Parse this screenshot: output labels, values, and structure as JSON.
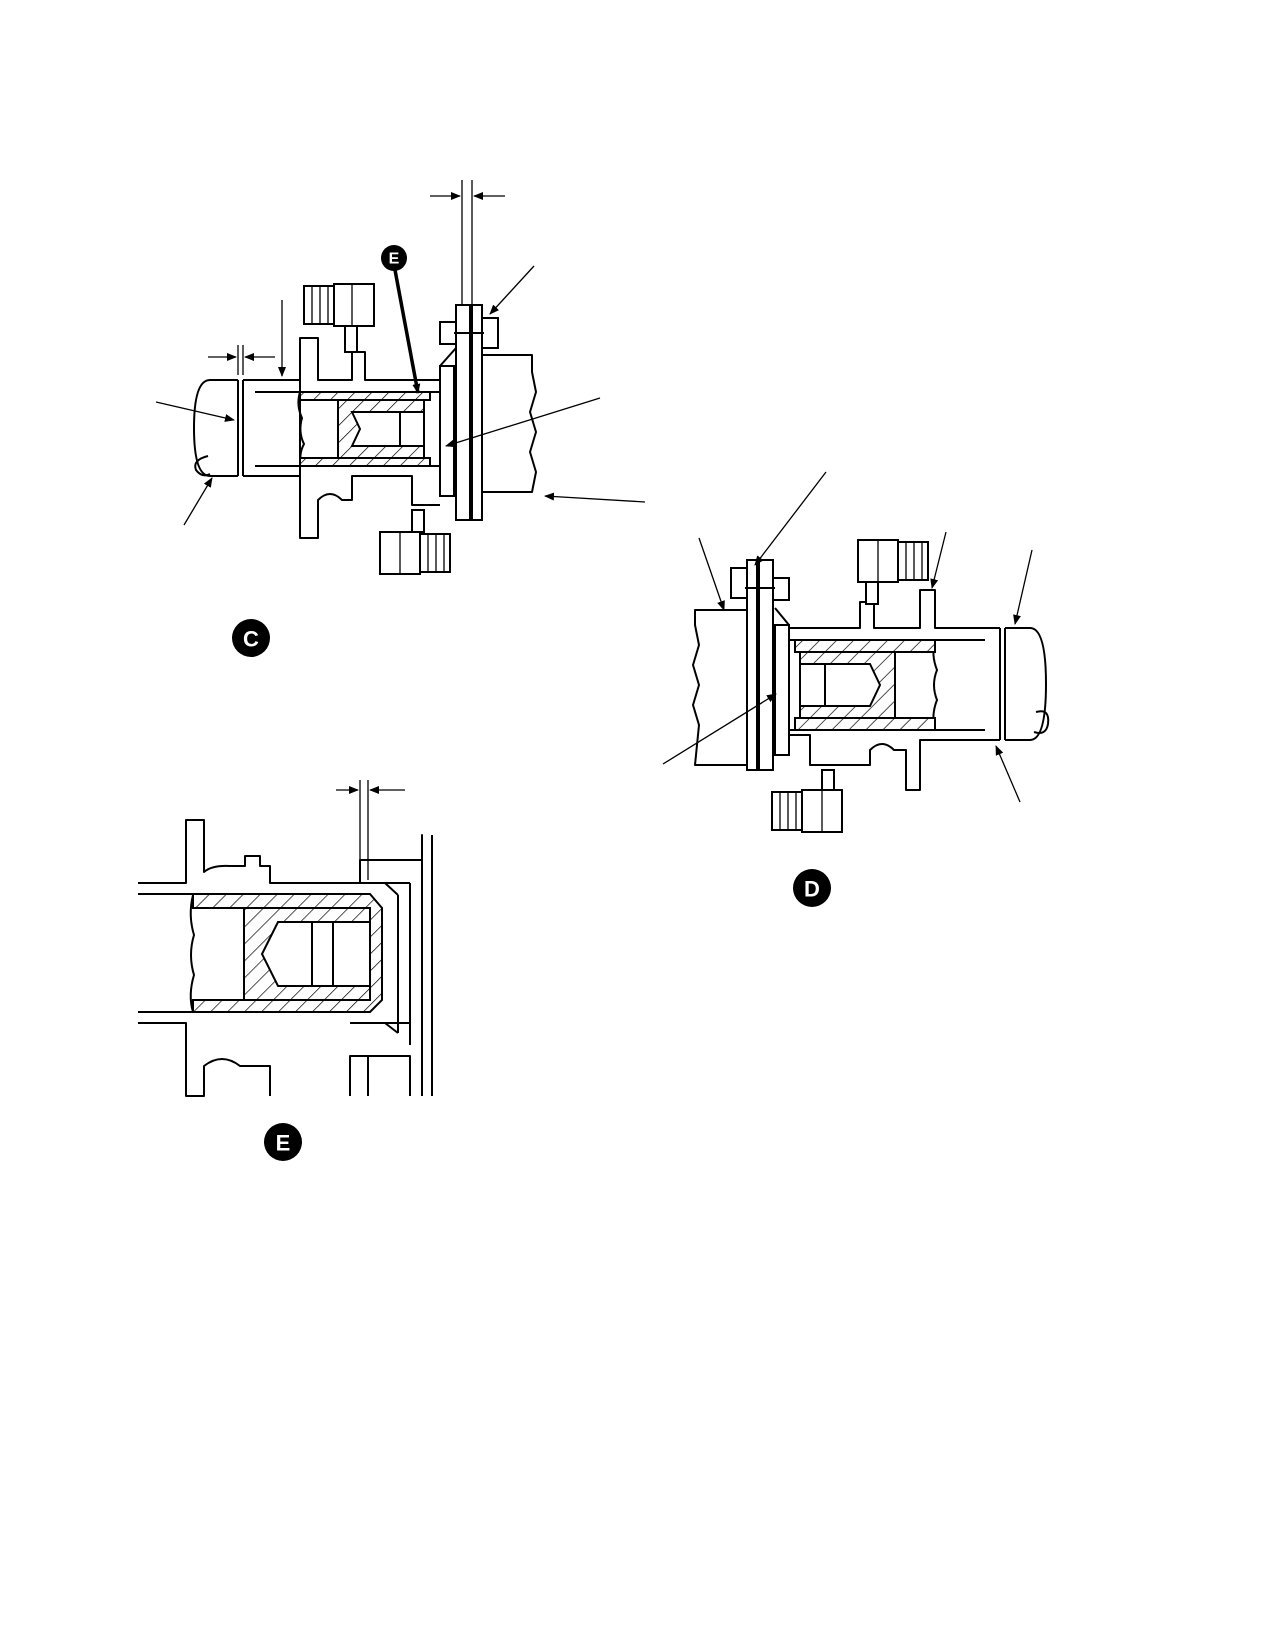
{
  "views": {
    "view_c": {
      "badge": "C"
    },
    "view_d": {
      "badge": "D"
    },
    "view_e": {
      "badge": "E"
    },
    "detail_callout": {
      "badge": "E"
    }
  },
  "colors": {
    "ink": "#000000",
    "paper": "#ffffff"
  }
}
